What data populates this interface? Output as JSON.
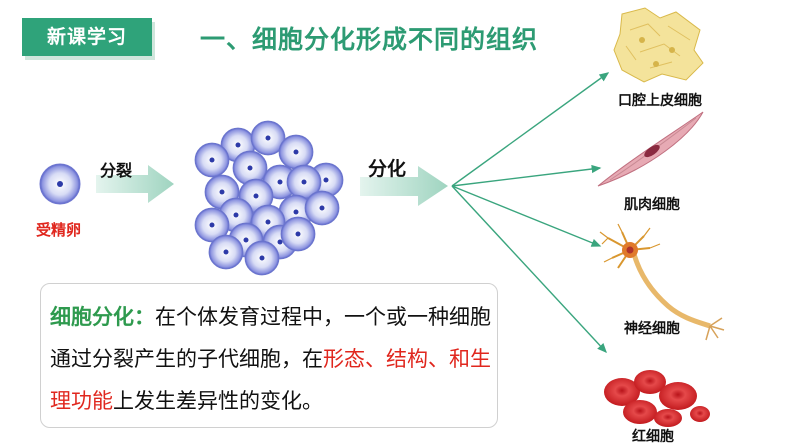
{
  "header": {
    "tag": "新课学习",
    "title": "一、细胞分化形成不同的组织"
  },
  "diagram": {
    "egg_label": "受精卵",
    "division_label": "分裂",
    "differentiation_label": "分化",
    "cells": [
      {
        "label": "口腔上皮细胞",
        "icon": "epithelial-cell-icon"
      },
      {
        "label": "肌肉细胞",
        "icon": "muscle-cell-icon"
      },
      {
        "label": "神经细胞",
        "icon": "neuron-icon"
      },
      {
        "label": "红细胞",
        "icon": "red-blood-cell-icon"
      }
    ]
  },
  "definition": {
    "term": "细胞分化：",
    "part1": "在个体发育过程中，一个或一种细胞通过分裂产生的子代细胞，在",
    "highlight": "形态、结构、和生理功能",
    "part2": "上发生差异性的变化。"
  },
  "colors": {
    "accent": "#2fa37a",
    "highlight": "#e0271e",
    "arrow": "#3aa57e"
  }
}
